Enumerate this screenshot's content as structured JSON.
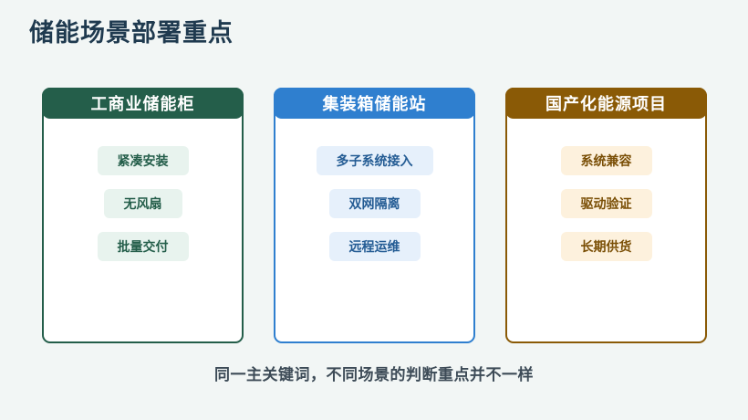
{
  "page": {
    "title": "储能场景部署重点",
    "footer": "同一主关键词，不同场景的判断重点并不一样"
  },
  "colors": {
    "background": "#f2f6f5",
    "title": "#1f3a4f",
    "card1_accent": "#245e4a",
    "card2_accent": "#2f7fcf",
    "card3_accent": "#8a5a06"
  },
  "cards": [
    {
      "title": "工商业储能柜",
      "items": [
        "紧凑安装",
        "无风扇",
        "批量交付"
      ]
    },
    {
      "title": "集装箱储能站",
      "items": [
        "多子系统接入",
        "双网隔离",
        "远程运维"
      ]
    },
    {
      "title": "国产化能源项目",
      "items": [
        "系统兼容",
        "驱动验证",
        "长期供货"
      ]
    }
  ]
}
